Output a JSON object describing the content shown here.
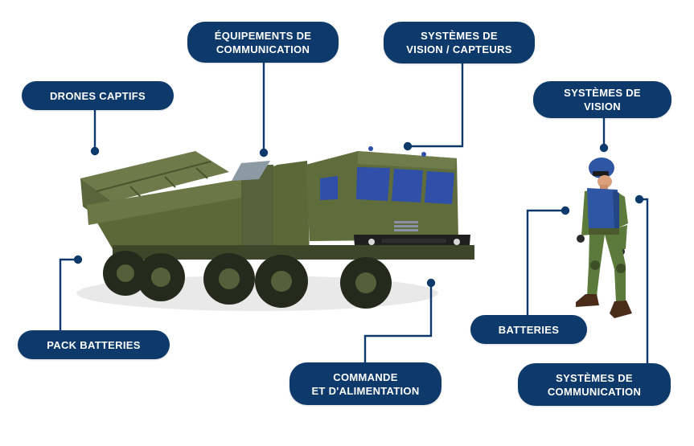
{
  "labels": {
    "drones": "DRONES CAPTIFS",
    "equip_comm": [
      "ÉQUIPEMENTS DE",
      "COMMUNICATION"
    ],
    "vision_capteurs": [
      "SYSTÈMES DE",
      "VISION / CAPTEURS"
    ],
    "vision": [
      "SYSTÈMES DE",
      "VISION"
    ],
    "pack_batteries": "PACK BATTERIES",
    "commande": [
      "COMMANDE",
      "ET D'ALIMENTATION"
    ],
    "batteries": "BATTERIES",
    "sys_comm": [
      "SYSTÈMES DE",
      "COMMUNICATION"
    ]
  },
  "colors": {
    "pill": "#0e3a6b",
    "leader": "#0e3a6b",
    "vehicle": "#4d5a2e",
    "soldier_armor": "#2f56a3"
  }
}
